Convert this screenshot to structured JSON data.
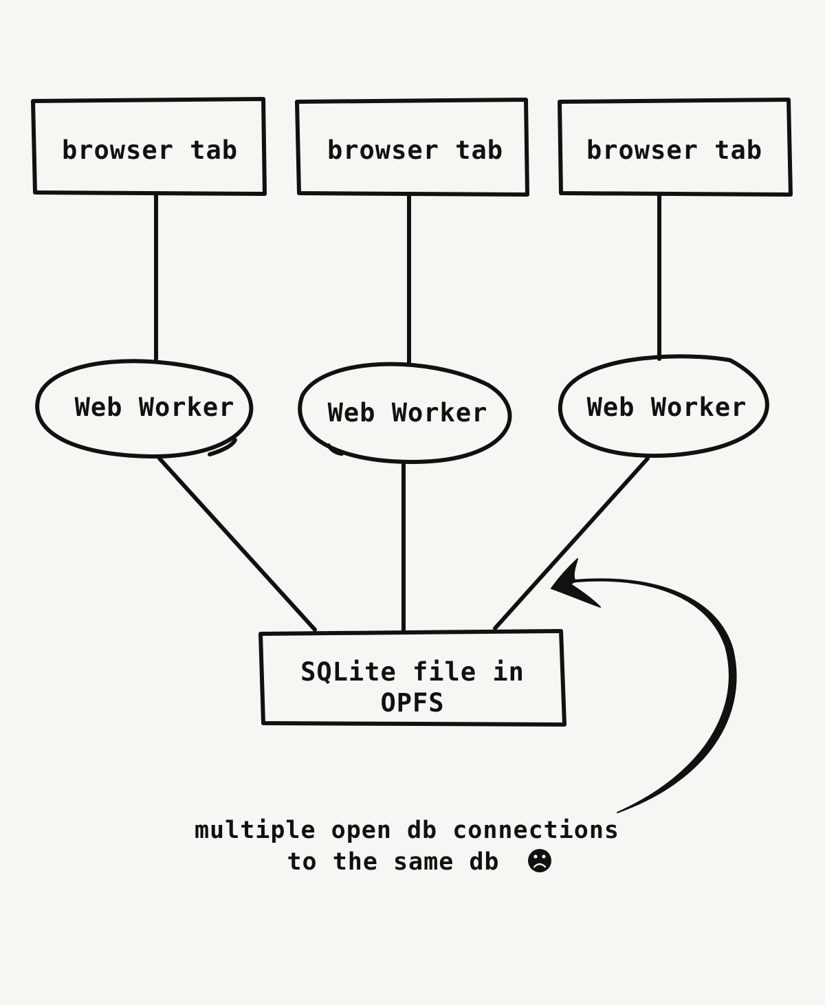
{
  "nodes": {
    "tab1": "browser tab",
    "tab2": "browser tab",
    "tab3": "browser tab",
    "worker1": "Web Worker",
    "worker2": "Web Worker",
    "worker3": "Web Worker",
    "sqlite_line1": "SQLite file in",
    "sqlite_line2": "OPFS"
  },
  "annotation": {
    "line1": "multiple open db connections",
    "line2": "to the same db",
    "icon": "frowning-face-icon"
  },
  "colors": {
    "background": "#f7f6f2",
    "ink": "#111111"
  }
}
